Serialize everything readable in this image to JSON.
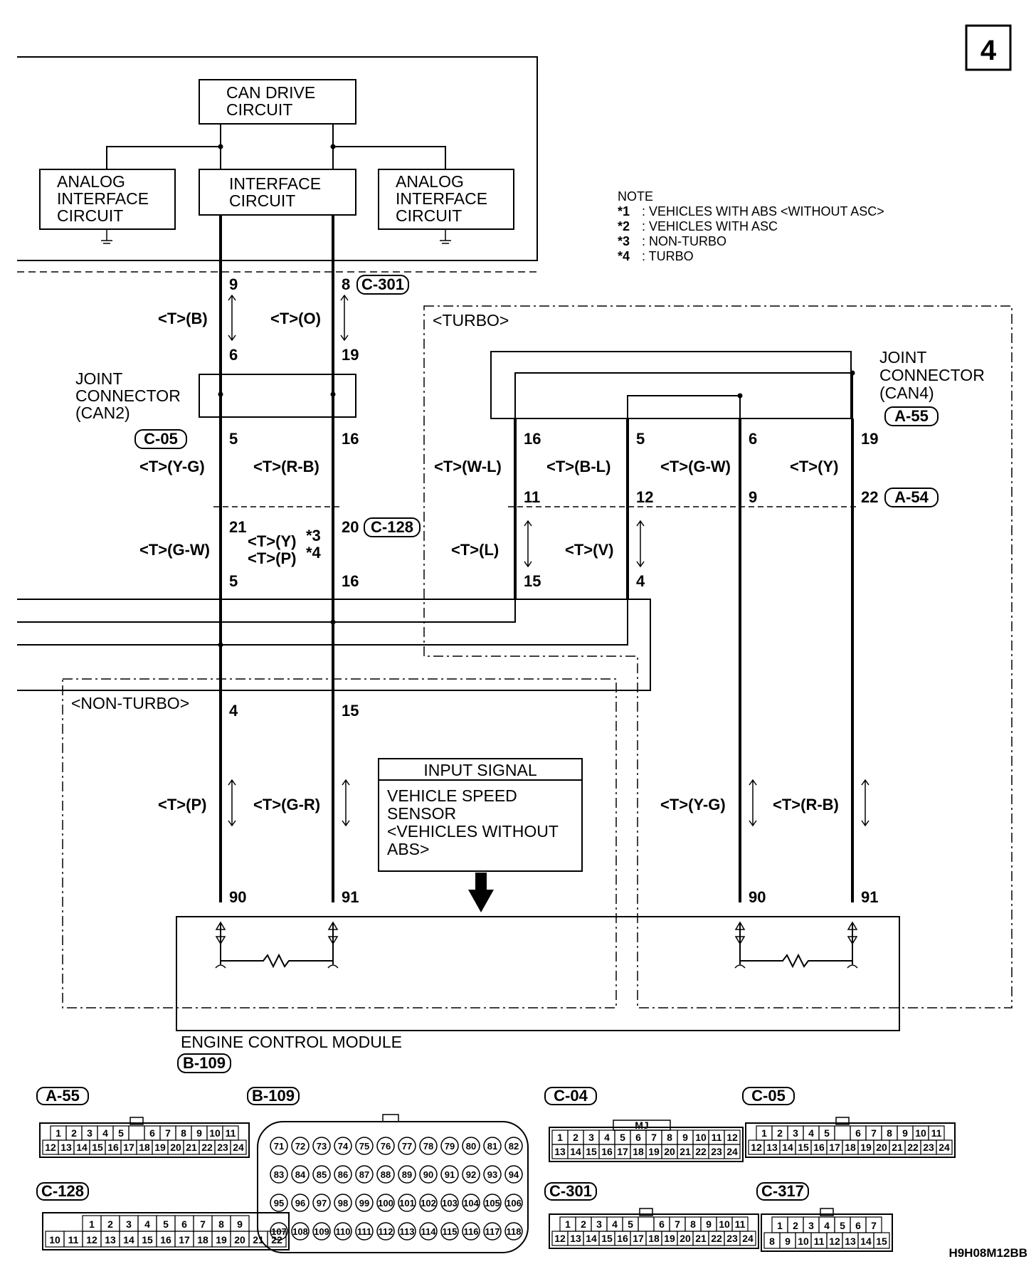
{
  "page_number": "4",
  "figure_code": "H9H08M12BB",
  "note": {
    "title": "NOTE",
    "items": [
      {
        "key": "*1",
        "text": ": VEHICLES WITH ABS <WITHOUT ASC>"
      },
      {
        "key": "*2",
        "text": ": VEHICLES WITH ASC"
      },
      {
        "key": "*3",
        "text": ": NON-TURBO"
      },
      {
        "key": "*4",
        "text": ": TURBO"
      }
    ]
  },
  "blocks": {
    "can_drive": [
      "CAN DRIVE",
      "CIRCUIT"
    ],
    "interface": [
      "INTERFACE",
      "CIRCUIT"
    ],
    "analog_left": [
      "ANALOG",
      "INTERFACE",
      "CIRCUIT"
    ],
    "analog_right": [
      "ANALOG",
      "INTERFACE",
      "CIRCUIT"
    ],
    "joint_can2": [
      "JOINT",
      "CONNECTOR",
      "(CAN2)"
    ],
    "joint_can4": [
      "JOINT",
      "CONNECTOR",
      "(CAN4)"
    ],
    "input_signal_title": "INPUT SIGNAL",
    "input_signal_body": [
      "VEHICLE SPEED",
      "SENSOR",
      "<VEHICLES WITHOUT",
      " ABS>"
    ],
    "ecm": "ENGINE CONTROL MODULE",
    "turbo_label": "<TURBO>",
    "nonturbo_label": "<NON-TURBO>"
  },
  "connector_tags": {
    "c301": "C-301",
    "c05": "C-05",
    "c128": "C-128",
    "a55": "A-55",
    "a54": "A-54",
    "b109": "B-109"
  },
  "pins": {
    "l9": "9",
    "r8": "8",
    "l6": "6",
    "r19": "19",
    "l5": "5",
    "r16": "16",
    "l21": "21",
    "r20": "20",
    "l5b": "5",
    "r16b": "16",
    "l4": "4",
    "r15": "15",
    "l90": "90",
    "r91": "91",
    "t16": "16",
    "t5": "5",
    "t6": "6",
    "t19": "19",
    "t11": "11",
    "t12": "12",
    "t9": "9",
    "t22": "22",
    "t15": "15",
    "t4": "4",
    "t90": "90",
    "t91": "91"
  },
  "wires": {
    "w_tb": "<T>(B)",
    "w_to": "<T>(O)",
    "w_tyg": "<T>(Y-G)",
    "w_trb": "<T>(R-B)",
    "w_tgw": "<T>(G-W)",
    "w_ty3": "<T>(Y)",
    "w_tp4": "<T>(P)",
    "s3": "*3",
    "s4": "*4",
    "w_tp": "<T>(P)",
    "w_tgr": "<T>(G-R)",
    "w_twl": "<T>(W-L)",
    "w_tbl": "<T>(B-L)",
    "w_tgw2": "<T>(G-W)",
    "w_ty": "<T>(Y)",
    "w_tl": "<T>(L)",
    "w_tv": "<T>(V)",
    "w_tyg2": "<T>(Y-G)",
    "w_trb2": "<T>(R-B)"
  },
  "connector_views": {
    "a55": {
      "tag": "A-55",
      "row1": [
        "1",
        "2",
        "3",
        "4",
        "5",
        "",
        "6",
        "7",
        "8",
        "9",
        "10",
        "11"
      ],
      "row2": [
        "12",
        "13",
        "14",
        "15",
        "16",
        "17",
        "18",
        "19",
        "20",
        "21",
        "22",
        "23",
        "24"
      ]
    },
    "c04": {
      "tag": "C-04",
      "label": "MJ",
      "row1": [
        "1",
        "2",
        "3",
        "4",
        "5",
        "6",
        "7",
        "8",
        "9",
        "10",
        "11",
        "12"
      ],
      "row2": [
        "13",
        "14",
        "15",
        "16",
        "17",
        "18",
        "19",
        "20",
        "21",
        "22",
        "23",
        "24"
      ]
    },
    "c05": {
      "tag": "C-05",
      "row1": [
        "1",
        "2",
        "3",
        "4",
        "5",
        "",
        "6",
        "7",
        "8",
        "9",
        "10",
        "11"
      ],
      "row2": [
        "12",
        "13",
        "14",
        "15",
        "16",
        "17",
        "18",
        "19",
        "20",
        "21",
        "22",
        "23",
        "24"
      ]
    },
    "c128": {
      "tag": "C-128",
      "row1": [
        "1",
        "2",
        "3",
        "4",
        "5",
        "6",
        "7",
        "8",
        "9"
      ],
      "row2": [
        "10",
        "11",
        "12",
        "13",
        "14",
        "15",
        "16",
        "17",
        "18",
        "19",
        "20",
        "21",
        "22"
      ]
    },
    "c301": {
      "tag": "C-301",
      "row1": [
        "1",
        "2",
        "3",
        "4",
        "5",
        "",
        "6",
        "7",
        "8",
        "9",
        "10",
        "11"
      ],
      "row2": [
        "12",
        "13",
        "14",
        "15",
        "16",
        "17",
        "18",
        "19",
        "20",
        "21",
        "22",
        "23",
        "24"
      ]
    },
    "c317": {
      "tag": "C-317",
      "row1": [
        "1",
        "2",
        "3",
        "4",
        "5",
        "6",
        "7"
      ],
      "row2": [
        "8",
        "9",
        "10",
        "11",
        "12",
        "13",
        "14",
        "15"
      ]
    },
    "b109": {
      "tag": "B-109",
      "rows": [
        [
          "71",
          "72",
          "73",
          "74",
          "75",
          "76",
          "77",
          "78",
          "79",
          "80",
          "81",
          "82"
        ],
        [
          "83",
          "84",
          "85",
          "86",
          "87",
          "88",
          "89",
          "90",
          "91",
          "92",
          "93",
          "94"
        ],
        [
          "95",
          "96",
          "97",
          "98",
          "99",
          "100",
          "101",
          "102",
          "103",
          "104",
          "105",
          "106"
        ],
        [
          "107",
          "108",
          "109",
          "110",
          "111",
          "112",
          "113",
          "114",
          "115",
          "116",
          "117",
          "118"
        ]
      ]
    }
  }
}
